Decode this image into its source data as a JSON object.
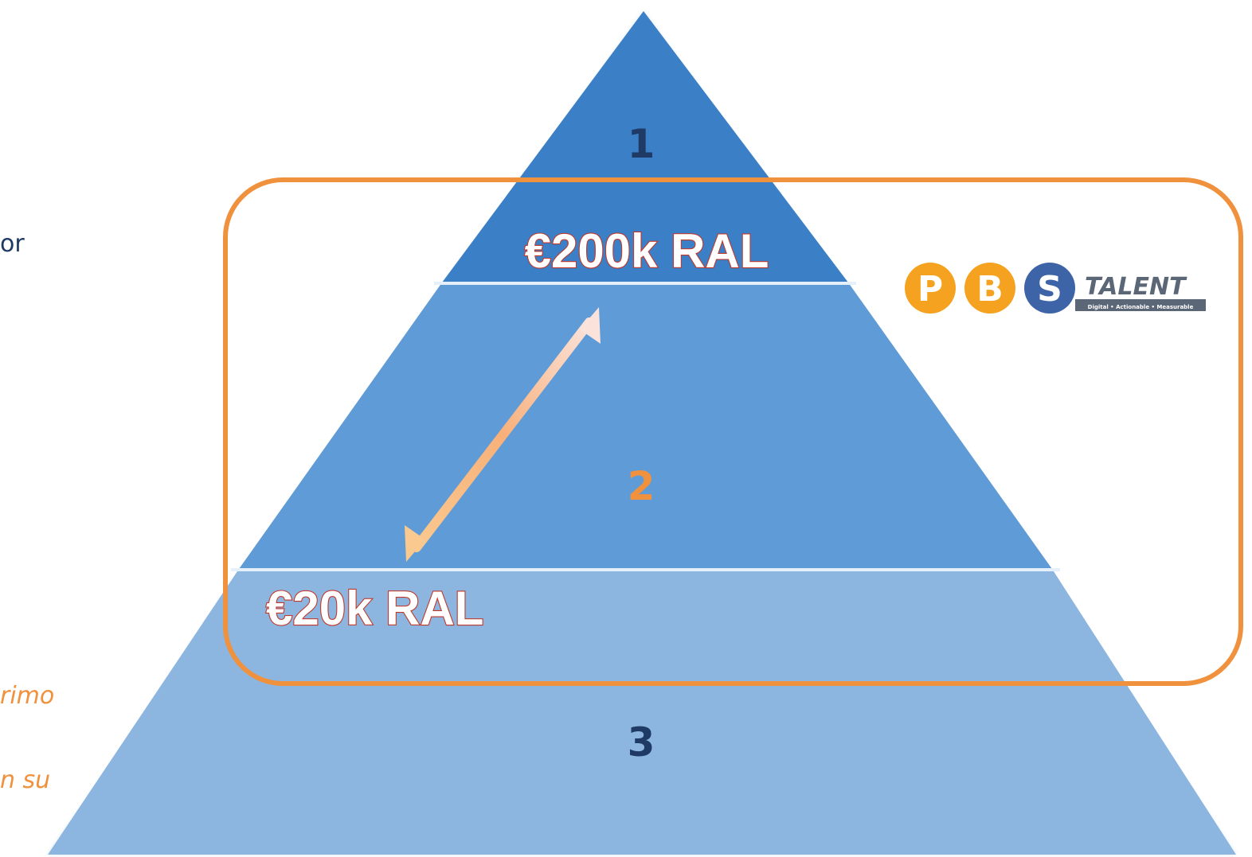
{
  "left_text": {
    "line_1": "or",
    "line_2": "rimo",
    "line_3": "n su"
  },
  "pyramid": {
    "levels": [
      {
        "number": "1",
        "color": "#3b7fc6",
        "number_color": "#1f3a64"
      },
      {
        "number": "2",
        "color": "#5f9bd6",
        "number_color": "#f0913d"
      },
      {
        "number": "3",
        "color": "#8cb5e0",
        "number_color": "#1f3a64"
      }
    ],
    "top_salary": "€200k RAL",
    "bottom_salary": "€20k RAL"
  },
  "highlight_box_color": "#f0913d",
  "arrow": {
    "icon": "double-headed-arrow-icon",
    "color": "#f6c28f"
  },
  "logo": {
    "letters": [
      "P",
      "B",
      "S"
    ],
    "letter_colors": [
      "#f4a21f",
      "#f4a21f",
      "#3d64a6"
    ],
    "word": "TALENT",
    "tagline": "Digital • Actionable • Measurable"
  }
}
